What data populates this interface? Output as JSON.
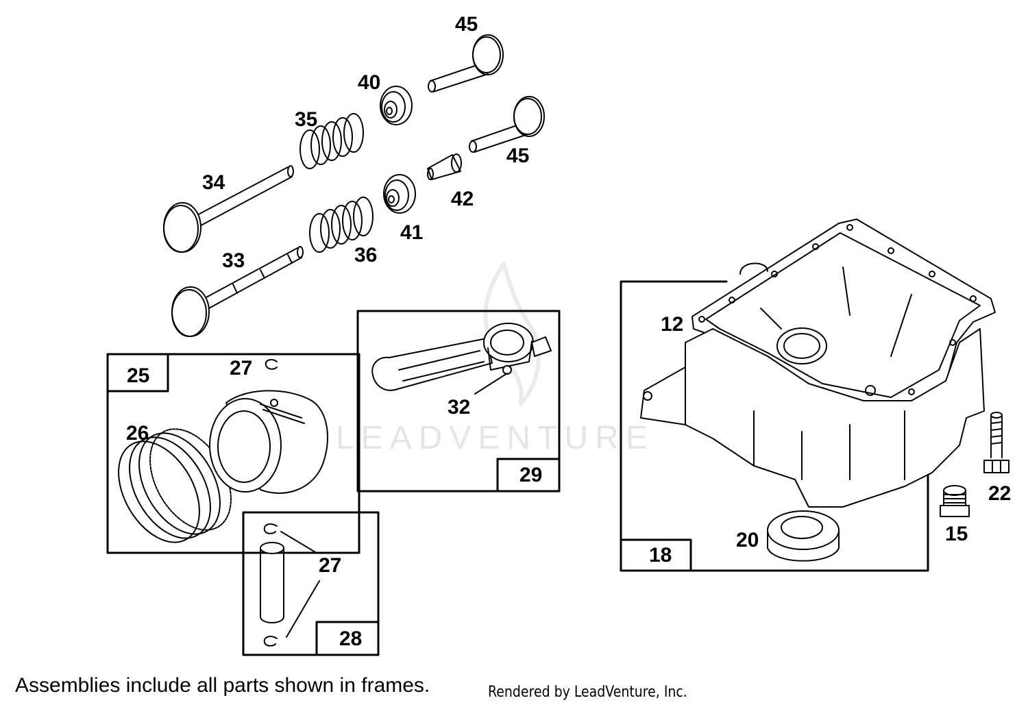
{
  "watermark": "LEADVENTURE",
  "footer": {
    "note": "Assemblies include all parts shown in frames.",
    "rendered_by": "Rendered by LeadVenture, Inc."
  },
  "callouts": {
    "c45a": "45",
    "c40": "40",
    "c35": "35",
    "c45b": "45",
    "c34": "34",
    "c42": "42",
    "c41": "41",
    "c36": "36",
    "c33": "33",
    "c25": "25",
    "c27a": "27",
    "c26": "26",
    "c32": "32",
    "c29": "29",
    "c27b": "27",
    "c28": "28",
    "c12": "12",
    "c18": "18",
    "c20": "20",
    "c15": "15",
    "c22": "22"
  },
  "colors": {
    "line": "#000000",
    "fill": "#ffffff",
    "watermark": "#d0d0d0"
  }
}
